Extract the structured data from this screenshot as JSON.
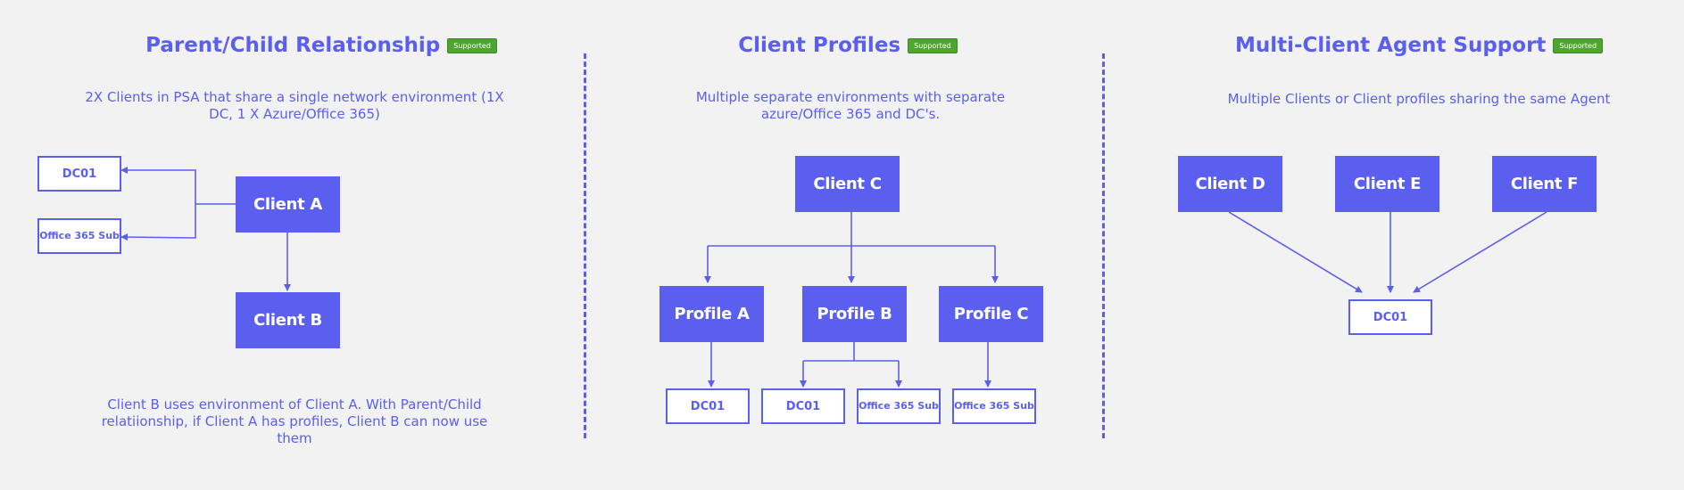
{
  "colors": {
    "accent": "#5b5ff0",
    "badge": "#4fa62f",
    "background": "#f2f2f2"
  },
  "panels": [
    {
      "title": "Parent/Child Relationship",
      "badge": "Supported",
      "description": "2X Clients in PSA that share a single network environment (1X DC, 1 X Azure/Office 365)",
      "footer": "Client B uses environment of Client A. With Parent/Child relatiionship, if Client A has profiles, Client B can now use them",
      "nodes": {
        "dc01": "DC01",
        "office365_sub": "Office 365 Sub",
        "client_a": "Client A",
        "client_b": "Client B"
      }
    },
    {
      "title": "Client Profiles",
      "badge": "Supported",
      "description": "Multiple separate environments with separate azure/Office 365 and DC's.",
      "nodes": {
        "client_c": "Client C",
        "profile_a": "Profile A",
        "profile_b": "Profile B",
        "profile_c": "Profile C",
        "profile_a_dc01": "DC01",
        "profile_b_dc01": "DC01",
        "profile_b_office365_sub": "Office 365 Sub",
        "profile_c_office365_sub": "Office 365 Sub"
      }
    },
    {
      "title": "Multi-Client Agent Support",
      "badge": "Supported",
      "description": "Multiple Clients or Client profiles sharing the same Agent",
      "nodes": {
        "client_d": "Client D",
        "client_e": "Client E",
        "client_f": "Client F",
        "dc01": "DC01"
      }
    }
  ]
}
